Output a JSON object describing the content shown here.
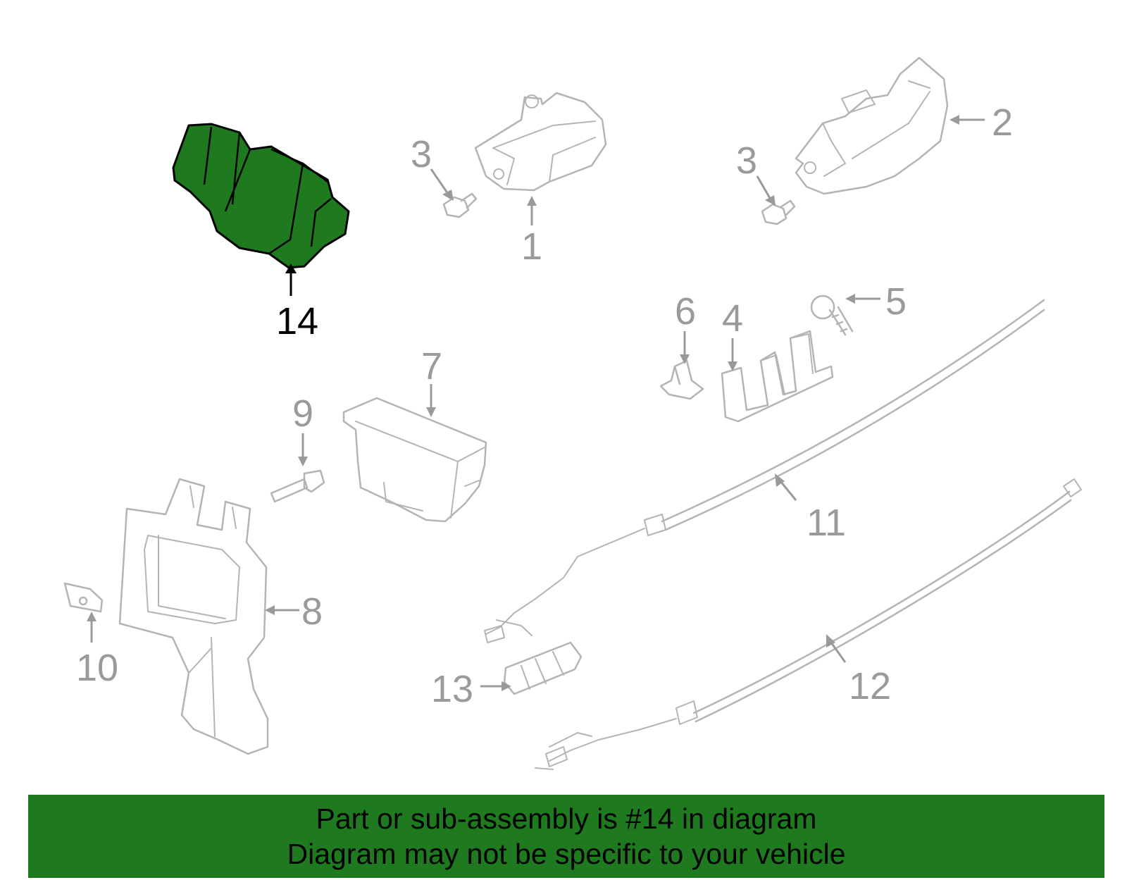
{
  "callouts": {
    "c1": "1",
    "c2": "2",
    "c3a": "3",
    "c3b": "3",
    "c4": "4",
    "c5": "5",
    "c6": "6",
    "c7": "7",
    "c8": "8",
    "c9": "9",
    "c10": "10",
    "c11": "11",
    "c12": "12",
    "c13": "13",
    "c14": "14"
  },
  "highlight": {
    "part_number": "14",
    "color": "#1f7a1f"
  },
  "banner": {
    "line1": "Part or sub-assembly is #14 in diagram",
    "line2": "Diagram may not be specific to your vehicle",
    "background": "#1f7a1f"
  }
}
